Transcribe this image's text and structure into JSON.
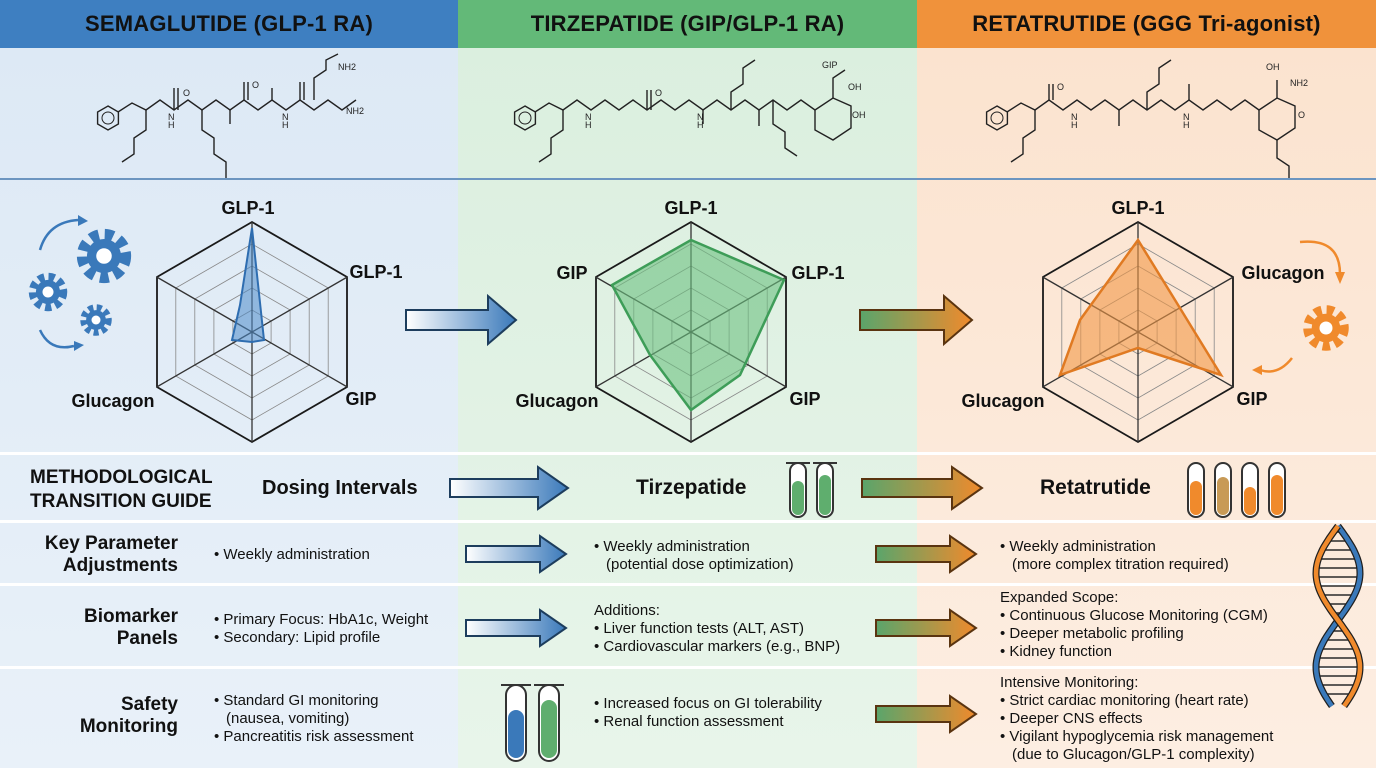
{
  "columns": [
    {
      "key": "sema",
      "title": "SEMAGLUTIDE (GLP-1 RA)",
      "color": "#3e7fc1"
    },
    {
      "key": "tirz",
      "title": "TIRZEPATIDE (GIP/GLP-1 RA)",
      "color": "#63b978"
    },
    {
      "key": "reta",
      "title": "RETATRUTIDE (GGG Tri-agonist)",
      "color": "#f0923b"
    }
  ],
  "structures": {
    "sema": {
      "labels": [
        "NH2",
        "NH2"
      ]
    },
    "tirz": {
      "labels": [
        "GIP",
        "OH",
        "OH"
      ]
    },
    "reta": {
      "labels": [
        "OH",
        "NH2",
        "O"
      ]
    }
  },
  "atom_labels": {
    "nh": "N",
    "h": "H",
    "o": "O"
  },
  "radars": {
    "sema": {
      "labels": {
        "top": "GLP-1",
        "upper_right": "GLP-1",
        "lower_left": "Glucagon",
        "lower_right": "GIP"
      }
    },
    "tirz": {
      "labels": {
        "top": "GLP-1",
        "upper_left": "GIP",
        "upper_right": "GLP-1",
        "lower_left": "Glucagon",
        "lower_right": "GIP"
      }
    },
    "reta": {
      "labels": {
        "top": "GLP-1",
        "upper_right": "Glucagon",
        "lower_left": "Glucagon",
        "lower_right": "GIP"
      }
    }
  },
  "guide": {
    "title_line1": "METHODOLOGICAL",
    "title_line2": "TRANSITION GUIDE",
    "dosing_label": "Dosing Intervals",
    "tirz_label": "Tirzepatide",
    "reta_label": "Retatrutide"
  },
  "rows": [
    {
      "label_line1": "Key Parameter",
      "label_line2": "Adjustments",
      "sema": [
        "• Weekly administration"
      ],
      "tirz": [
        "• Weekly administration",
        "(potential dose optimization)"
      ],
      "reta": [
        "• Weekly administration",
        "(more complex titration required)"
      ]
    },
    {
      "label_line1": "Biomarker",
      "label_line2": "Panels",
      "sema": [
        "• Primary Focus: HbA1c, Weight",
        "• Secondary: Lipid profile"
      ],
      "tirz_heading": "Additions:",
      "tirz": [
        "• Liver function tests (ALT, AST)",
        "• Cardiovascular markers (e.g., BNP)"
      ],
      "reta_heading": "Expanded Scope:",
      "reta": [
        "• Continuous Glucose Monitoring (CGM)",
        "• Deeper metabolic profiling",
        "• Kidney function"
      ]
    },
    {
      "label_line1": "Safety",
      "label_line2": "Monitoring",
      "sema": [
        "• Standard GI monitoring",
        "(nausea, vomiting)",
        "• Pancreatitis risk assessment"
      ],
      "tirz": [
        "• Increased focus on GI tolerability",
        "• Renal function assessment"
      ],
      "reta_heading": "Intensive Monitoring:",
      "reta": [
        "• Strict cardiac monitoring (heart rate)",
        "• Deeper CNS effects",
        "• Vigilant hypoglycemia risk management",
        "(due to Glucagon/GLP-1 complexity)"
      ]
    }
  ]
}
